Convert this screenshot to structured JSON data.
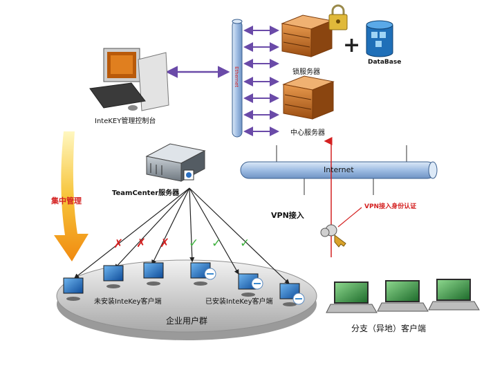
{
  "labels": {
    "console": "InteKEY管理控制台",
    "ethernet": "Ethernet",
    "lock_server": "锁服务器",
    "database": "DataBase",
    "center_server": "中心服务器",
    "teamcenter": "TeamCenter服务器",
    "internet": "Internet",
    "centralized": "集中管理",
    "vpn_access": "VPN接入",
    "vpn_auth": "VPN接入身份认证",
    "not_installed": "未安装InteKey客户端",
    "installed": "已安装InteKey客户端",
    "user_group": "企业用户群",
    "branch_clients": "分支（异地）客户端"
  },
  "symbols": {
    "plus": "+",
    "cross": "✗",
    "check": "✓"
  },
  "icons": [
    "computer-icon",
    "server-icon",
    "lock-icon",
    "database-icon",
    "key-icon",
    "laptop-icon",
    "monitor-icon"
  ],
  "colors": {
    "bus": "#a7c3e6",
    "bus_stroke": "#3a5f8f",
    "arrow": "#6a4aa8",
    "server": "#c8742a",
    "vpn_line": "#d42020",
    "platform": "#cfcfcf",
    "check": "#3db13d",
    "cross": "#d42020"
  }
}
